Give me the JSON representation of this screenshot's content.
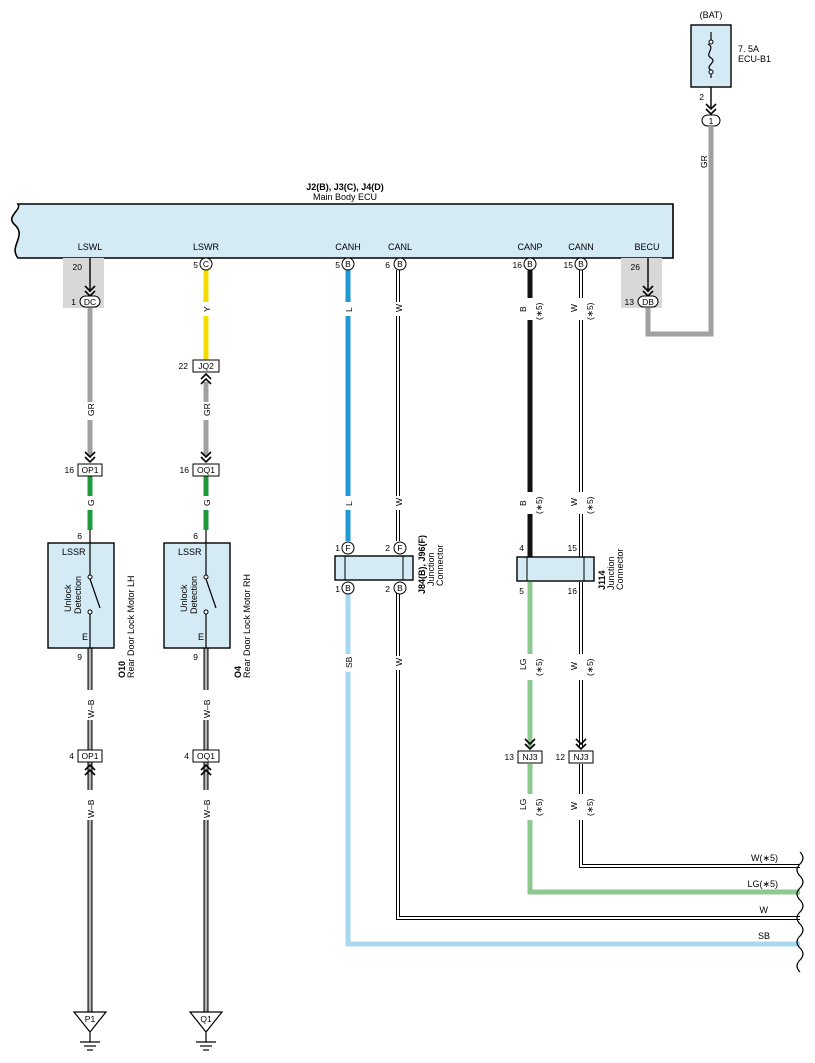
{
  "fuse": {
    "source": "(BAT)",
    "rating": "7. 5A",
    "name": "ECU-B1",
    "pin": "2",
    "conn_pin": "1"
  },
  "ecu": {
    "title": "J2(B), J3(C), J4(D)",
    "subtitle": "Main Body ECU",
    "terminals": [
      "LSWL",
      "LSWR",
      "CANH",
      "CANL",
      "CANP",
      "CANN",
      "BECU"
    ],
    "pins": {
      "lswl": "20",
      "lswr": "5",
      "lswr_conn": "C",
      "canh": "5",
      "canh_conn": "B",
      "canl": "6",
      "canl_conn": "B",
      "canp": "16",
      "canp_conn": "B",
      "cann": "15",
      "cann_conn": "B",
      "becu": "26"
    }
  },
  "connectors": {
    "dc_pin": "1",
    "dc": "DC",
    "db_pin": "13",
    "db": "DB",
    "jq2_pin": "22",
    "jq2": "JQ2",
    "op1_pin": "16",
    "op1": "OP1",
    "oq1_pin": "16",
    "oq1": "OQ1",
    "op1b_pin": "4",
    "op1b": "OP1",
    "oq1b_pin": "4",
    "oq1b": "OQ1",
    "nj3a_pin": "13",
    "nj3b_pin": "12",
    "nj3": "NJ3",
    "p1": "P1",
    "q1": "Q1"
  },
  "wires": {
    "gr": "GR",
    "y": "Y",
    "g": "G",
    "l": "L",
    "w": "W",
    "b": "B",
    "lg": "LG",
    "sb": "SB",
    "wb": "W–B",
    "star5": "(∗5)"
  },
  "motors": [
    {
      "id": "O10",
      "name": "Rear Door Lock Motor LH",
      "top": "LSSR",
      "detect1": "Unlock",
      "detect2": "Detection",
      "bottom": "E",
      "pin_top": "6",
      "pin_bottom": "9"
    },
    {
      "id": "O4",
      "name": "Rear Door Lock Motor RH",
      "top": "LSSR",
      "detect1": "Unlock",
      "detect2": "Detection",
      "bottom": "E",
      "pin_top": "6",
      "pin_bottom": "9"
    }
  ],
  "junctions": [
    {
      "id": "J84(B), J96(F)",
      "name1": "Junction",
      "name2": "Connector",
      "pins": [
        "1",
        "2",
        "1",
        "2"
      ],
      "codes": [
        "F",
        "F",
        "B",
        "B"
      ]
    },
    {
      "id": "J114",
      "name1": "Junction",
      "name2": "Connector",
      "pins": [
        "4",
        "15",
        "5",
        "16"
      ]
    }
  ],
  "outputs": [
    "W(∗5)",
    "LG(∗5)",
    "W",
    "SB"
  ],
  "colors": {
    "ecu_fill": "#d4eaf5",
    "gray_wire": "#a0a0a0",
    "yellow_wire": "#f5dc00",
    "green_wire": "#1d9b3c",
    "blue_wire": "#1f9ad6",
    "black_wire": "#111111",
    "light_green_wire": "#8cc890",
    "sky_blue_wire": "#a6d8f0"
  }
}
